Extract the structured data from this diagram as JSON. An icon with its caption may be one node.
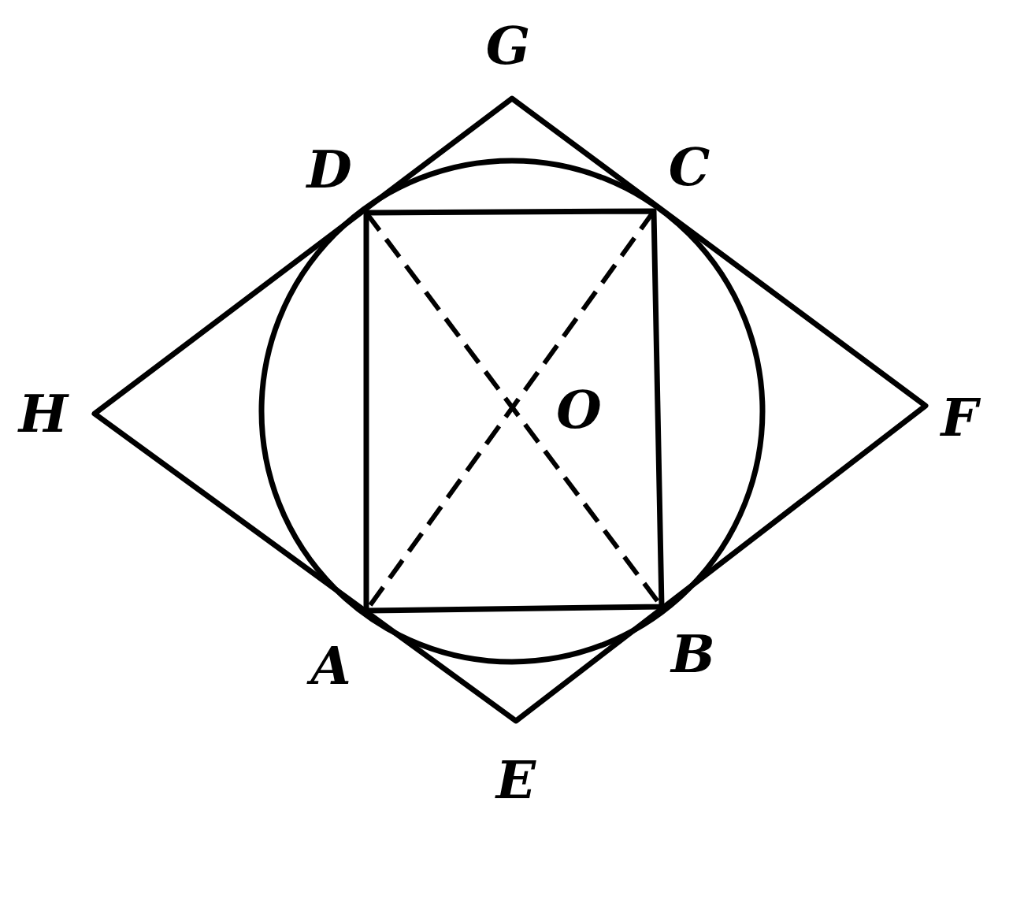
{
  "diagram": {
    "labels": [
      "G",
      "D",
      "C",
      "H",
      "O",
      "F",
      "A",
      "B",
      "E"
    ]
  }
}
